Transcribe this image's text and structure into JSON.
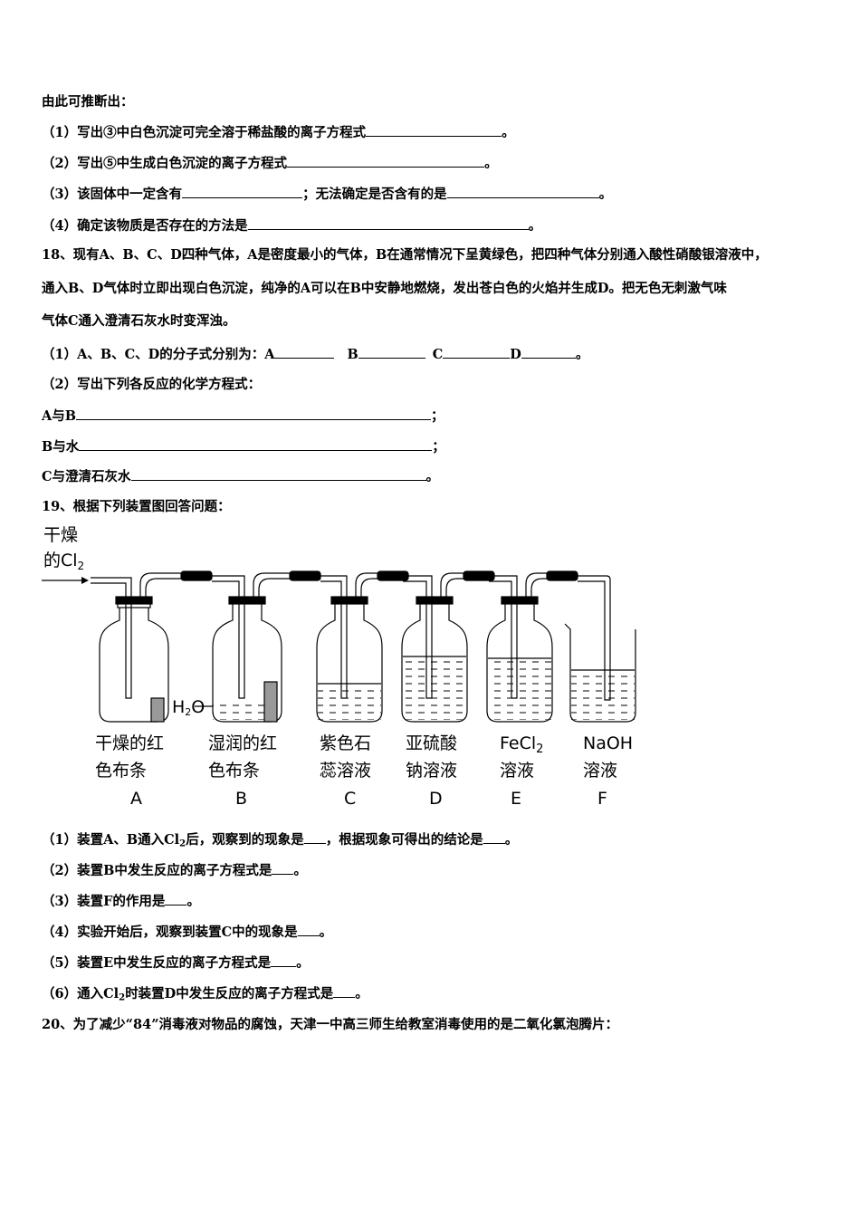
{
  "intro": "由此可推断出：",
  "q17": [
    {
      "pre": "（1）写出③中白色沉淀可完全溶于稀盐酸的离子方程式",
      "post": "。"
    },
    {
      "pre": "（2）写出⑤中生成白色沉淀的离子方程式",
      "post": "。"
    },
    {
      "pre": "（3）该固体中一定含有",
      "mid": "；无法确定是否含有的是",
      "post": "。"
    },
    {
      "pre": "（4）确定该物质是否存在的方法是",
      "post": "。"
    }
  ],
  "q18": {
    "line1": "18、现有A、B、C、D四种气体，A是密度最小的气体，B在通常情况下呈黄绿色，把四种气体分别通入酸性硝酸银溶液中，",
    "line2": "通入B、D气体时立即出现白色沉淀，纯净的A可以在B中安静地燃烧，发出苍白色的火焰并生成D。把无色无刺激气味",
    "line3": "气体C通入澄清石灰水时变浑浊。",
    "sub1": {
      "pre": "（1）A、B、C、D的分子式分别为：A",
      "b": "B",
      "c": "C",
      "d": "D",
      "post": "。"
    },
    "sub2": "（2）写出下列各反应的化学方程式：",
    "r1": {
      "label": "A与B",
      "end": "；"
    },
    "r2": {
      "label": "B与水",
      "end": "；"
    },
    "r3": {
      "label": "C与澄清石灰水",
      "end": "。"
    }
  },
  "q19": {
    "title": "19、根据下列装置图回答问题：",
    "figure": {
      "input_label_1": "干燥",
      "input_label_2": "的Cl",
      "input_label_2_sub": "2",
      "h2o": "H",
      "h2o_sub": "2",
      "h2o_end": "O",
      "captions": [
        {
          "l1": "干燥的红",
          "l2": "色布条",
          "id": "A"
        },
        {
          "l1": "湿润的红",
          "l2": "色布条",
          "id": "B"
        },
        {
          "l1": "紫色石",
          "l2": "蕊溶液",
          "id": "C"
        },
        {
          "l1": "亚硫酸",
          "l2": "钠溶液",
          "id": "D"
        },
        {
          "l1": "FeCl",
          "l1_sub": "2",
          "l2": "溶液",
          "id": "E"
        },
        {
          "l1": "NaOH",
          "l2": "溶液",
          "id": "F"
        }
      ]
    },
    "subs": [
      {
        "pre": "（1）装置A、B通入Cl",
        "sub": "2",
        "mid": "后，观察到的现象是",
        "mid2": "，根据现象可得出的结论是",
        "post": "。"
      },
      {
        "pre": "（2）装置B中发生反应的离子方程式是",
        "post": "。"
      },
      {
        "pre": "（3）装置F的作用是",
        "post": "。"
      },
      {
        "pre": "（4）实验开始后，观察到装置C中的现象是",
        "post": "。"
      },
      {
        "pre": "（5）装置E中发生反应的离子方程式是",
        "post": "。"
      },
      {
        "pre": "（6）通入Cl",
        "sub": "2",
        "mid": "时装置D中发生反应的离子方程式是",
        "post": "。"
      }
    ]
  },
  "q20": "20、为了减少“84”消毒液对物品的腐蚀，天津一中高三师生给教室消毒使用的是二氧化氯泡腾片："
}
